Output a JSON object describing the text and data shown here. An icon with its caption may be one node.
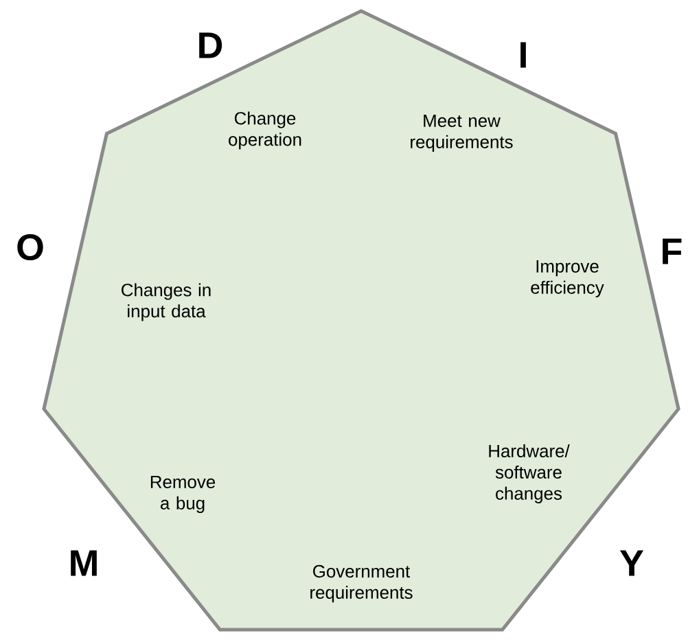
{
  "diagram": {
    "nodes": [
      {
        "text": [
          "Change operation",
          "Meet new requirements",
          "Changes in input data",
          "Improve efficiency",
          "Hardware/ software changes",
          "Remove a bug",
          "Government requirements"
        ]
      }
    ],
    "labels": [
      "D",
      "I",
      "O",
      "F",
      "M",
      "Y"
    ]
  }
}
